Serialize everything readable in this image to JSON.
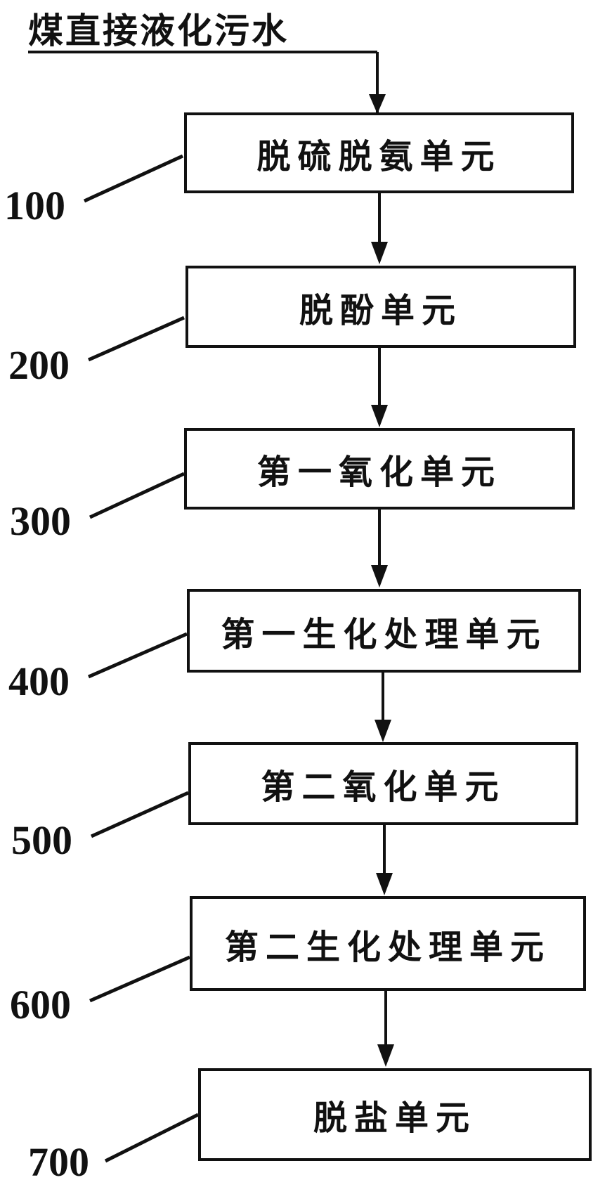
{
  "input": {
    "label": "煤直接液化污水"
  },
  "units": [
    {
      "ref": "100",
      "label": "脱硫脱氨单元"
    },
    {
      "ref": "200",
      "label": "脱酚单元"
    },
    {
      "ref": "300",
      "label": "第一氧化单元"
    },
    {
      "ref": "400",
      "label": "第一生化处理单元"
    },
    {
      "ref": "500",
      "label": "第二氧化单元"
    },
    {
      "ref": "600",
      "label": "第二生化处理单元"
    },
    {
      "ref": "700",
      "label": "脱盐单元"
    }
  ]
}
